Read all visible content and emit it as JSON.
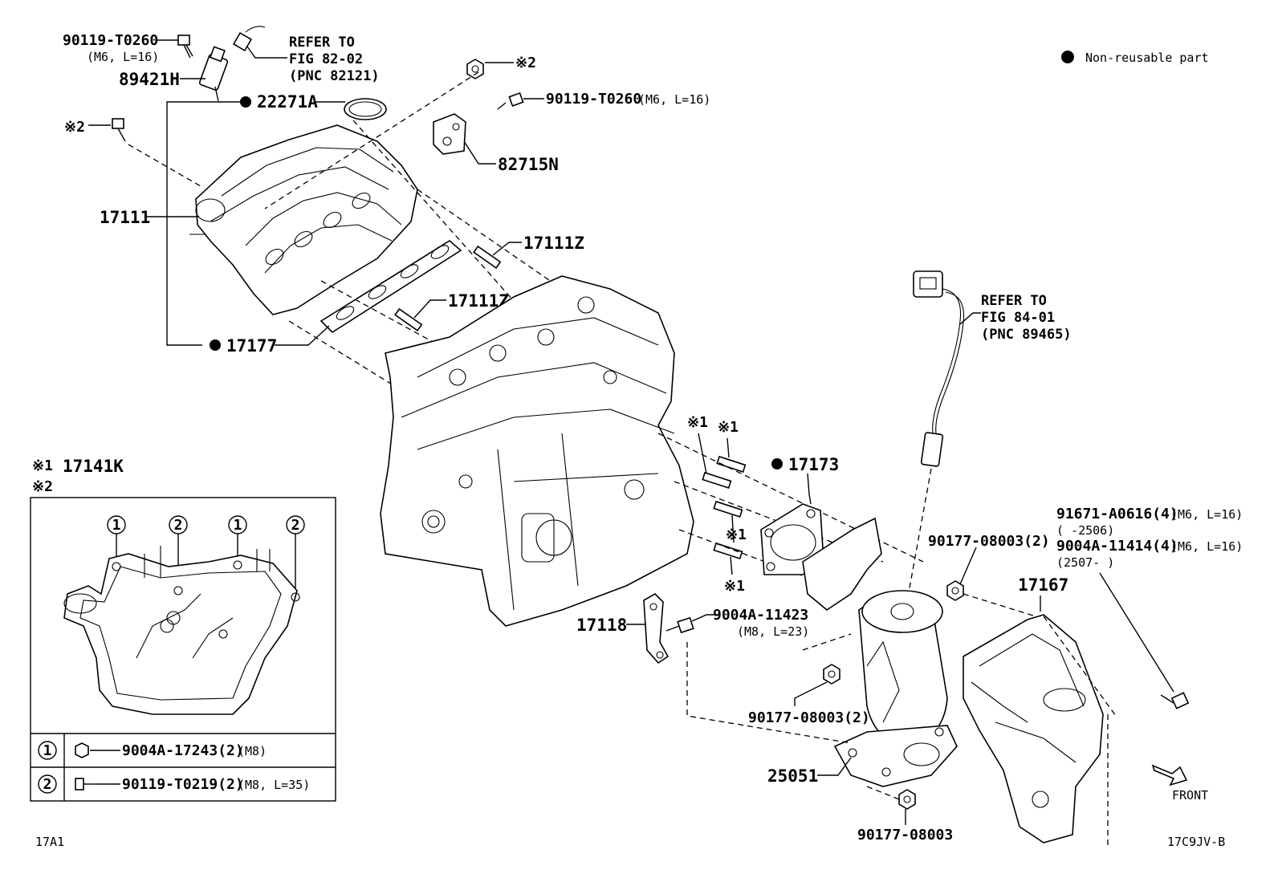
{
  "legend": {
    "non_reusable": "Non-reusable part"
  },
  "refs": {
    "fig82": {
      "l1": "REFER TO",
      "l2": "FIG 82-02",
      "l3": "(PNC 82121)"
    },
    "fig84": {
      "l1": "REFER TO",
      "l2": "FIG 84-01",
      "l3": "(PNC 89465)"
    }
  },
  "parts": {
    "p90119_t0260_a": "90119-T0260",
    "p90119_t0260_a_spec": "(M6, L=16)",
    "p89421h": "89421H",
    "p22271a": "22271A",
    "note2_a": "※2",
    "note2_b": "※2",
    "p90119_t0260_b": "90119-T0260",
    "p90119_t0260_b_spec": "(M6, L=16)",
    "p82715n": "82715N",
    "p17111": "17111",
    "p17111z_a": "17111Z",
    "p17111z_b": "17111Z",
    "p17177": "17177",
    "p17173": "17173",
    "note1_a": "※1",
    "note1_b": "※1",
    "note1_c": "※1",
    "note1_d": "※1",
    "p91671": "91671-A0616(4)",
    "p91671_spec": "(M6, L=16)",
    "p91671_range": "(      -2506)",
    "p9004a_11414": "9004A-11414(4)",
    "p9004a_11414_spec": "(M6, L=16)",
    "p9004a_11414_range": "(2507-      )",
    "p90177_08003_a": "90177-08003(2)",
    "p17167": "17167",
    "p17118": "17118",
    "p9004a_11423": "9004A-11423",
    "p9004a_11423_spec": "(M8, L=23)",
    "p90177_08003_b": "90177-08003(2)",
    "p25051": "25051",
    "p90177_08003_c": "90177-08003",
    "front": "FRONT"
  },
  "inset": {
    "title_note": "※1",
    "title_part": "17141K",
    "sub_note": "※2",
    "callout_1": "1",
    "callout_2": "2",
    "row1_num": "1",
    "row1_part": "9004A-17243(2)",
    "row1_spec": "(M8)",
    "row2_num": "2",
    "row2_part": "90119-T0219(2)",
    "row2_spec": "(M8, L=35)"
  },
  "footer": {
    "left_code": "17A1",
    "right_code": "17C9JV-B"
  }
}
